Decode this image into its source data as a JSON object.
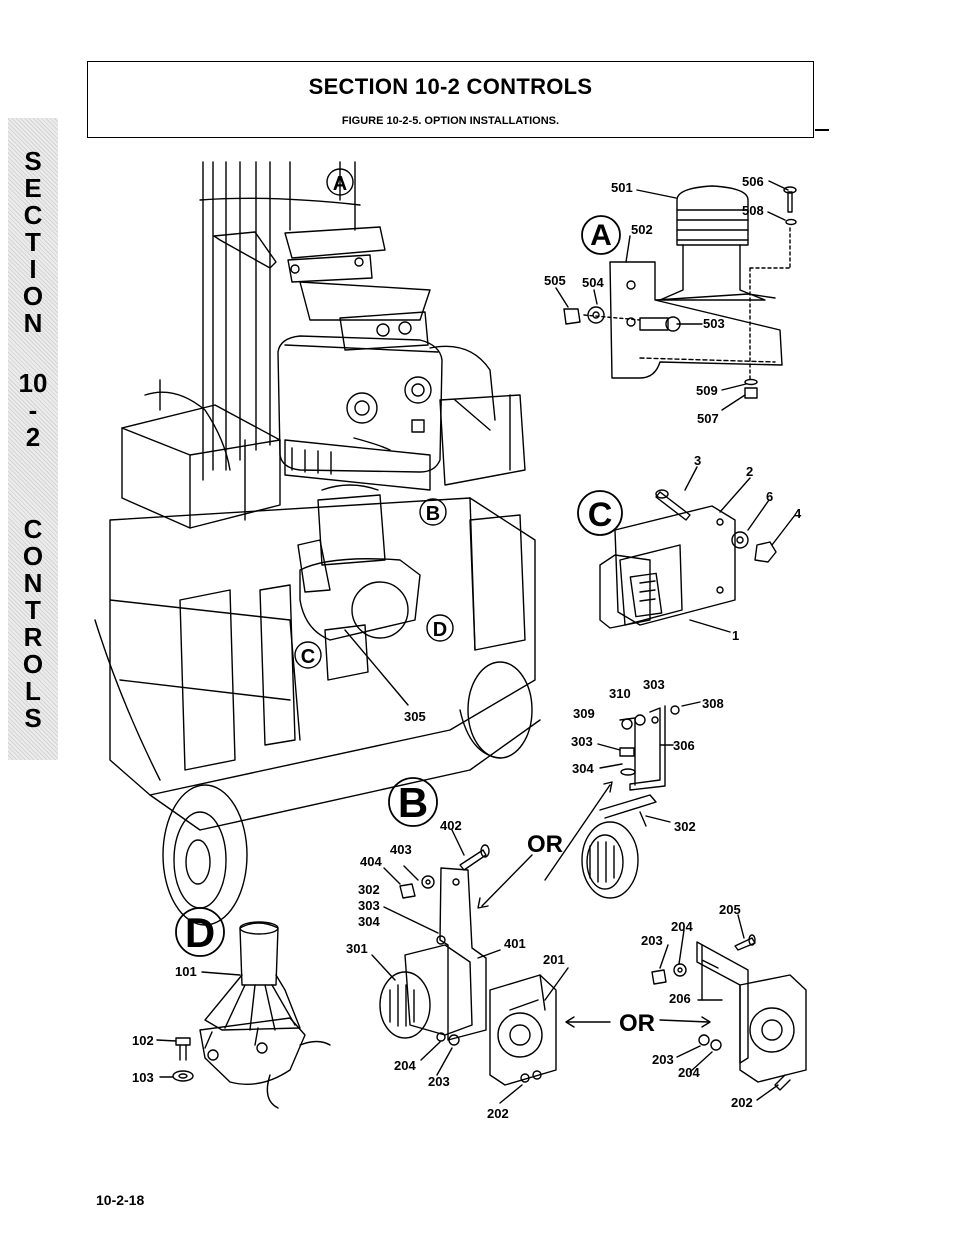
{
  "header": {
    "section_title": "SECTION 10-2 CONTROLS",
    "figure_title": "FIGURE 10-2-5. OPTION INSTALLATIONS."
  },
  "side_tab": {
    "letters_1": [
      "S",
      "E",
      "C",
      "T",
      "I",
      "O",
      "N"
    ],
    "number_1": "10",
    "dash": "-",
    "number_2": "2",
    "letters_2": [
      "C",
      "O",
      "N",
      "T",
      "R",
      "O",
      "L",
      "S"
    ]
  },
  "callouts": {
    "A_main": "A",
    "B_main": "B",
    "C_main": "C",
    "D_main": "D",
    "A_detail": "A",
    "B_detail": "B",
    "C_detail": "C",
    "D_detail": "D",
    "or_1": "OR",
    "or_2": "OR"
  },
  "part_numbers": {
    "p501": "501",
    "p502": "502",
    "p503": "503",
    "p504": "504",
    "p505": "505",
    "p506": "506",
    "p507": "507",
    "p508": "508",
    "p509": "509",
    "p1": "1",
    "p2": "2",
    "p3": "3",
    "p4": "4",
    "p6": "6",
    "p305": "305",
    "p310": "310",
    "p303a": "303",
    "p308": "308",
    "p309": "309",
    "p303b": "303",
    "p306": "306",
    "p304a": "304",
    "p302a": "302",
    "p402": "402",
    "p403": "403",
    "p404": "404",
    "p302b": "302",
    "p303c": "303",
    "p304b": "304",
    "p301": "301",
    "p401": "401",
    "p201": "201",
    "p204a": "204",
    "p203a": "203",
    "p202a": "202",
    "p205": "205",
    "p204b": "204",
    "p203b": "203",
    "p206": "206",
    "p203c": "203",
    "p204c": "204",
    "p202b": "202",
    "p101": "101",
    "p102": "102",
    "p103": "103"
  },
  "footer": {
    "page_number": "10-2-18"
  }
}
